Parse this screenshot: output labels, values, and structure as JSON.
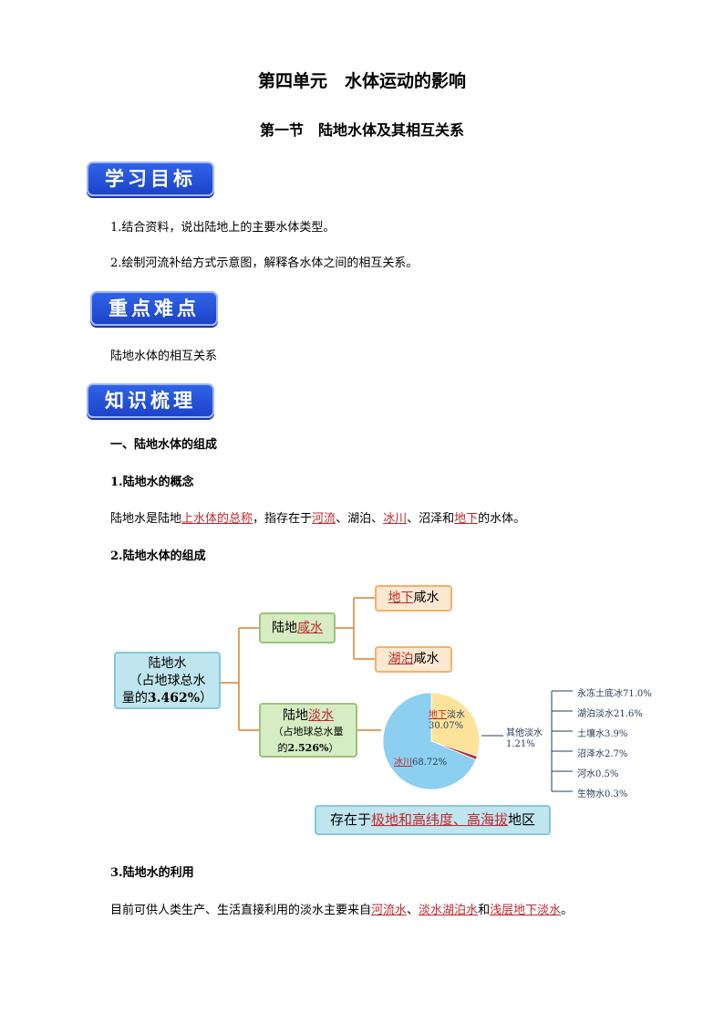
{
  "header": {
    "unit_title": "第四单元　水体运动的影响",
    "section_title": "第一节　陆地水体及其相互关系"
  },
  "badges": {
    "goals": "学习目标",
    "key_points": "重点难点",
    "knowledge": "知识梳理"
  },
  "goals": [
    "1.结合资料，说出陆地上的主要水体类型。",
    "2.绘制河流补给方式示意图，解释各水体之间的相互关系。"
  ],
  "key_point_text": "陆地水体的相互关系",
  "sections": {
    "s1": "一、陆地水体的组成",
    "s1_1": "1.陆地水的概念",
    "s1_2": "2.陆地水体的组成",
    "s1_3": "3.陆地水的利用"
  },
  "concept": {
    "t1": "陆地水是陆地",
    "u1": "上水体的总称",
    "t2": "，指存在于",
    "u2": "河流",
    "t3": "、湖泊、",
    "u3": "冰川",
    "t4": "、沼泽和",
    "u4": "地下",
    "t5": "的水体。"
  },
  "diagram": {
    "root_l1": "陆地水",
    "root_l2": "（占地球总水",
    "root_l3a": "量的",
    "root_l3b": "3.462%",
    "root_l3c": "）",
    "salt_a": "陆地",
    "salt_b": "咸水",
    "salt_child1_a": "地下",
    "salt_child1_b": "咸水",
    "salt_child2_a": "湖泊",
    "salt_child2_b": "咸水",
    "fresh_a": "陆地",
    "fresh_b": "淡水",
    "fresh_l2": "（占地球总水量",
    "fresh_l3a": "的",
    "fresh_l3b": "2.526%",
    "fresh_l3c": "）",
    "pie_ground_a": "地下",
    "pie_ground_b": "淡水",
    "pie_ground_v": "30.07%",
    "pie_glacier_a": "冰川",
    "pie_glacier_v": "68.72%",
    "other_label": "其他淡水",
    "other_value": "1.21%",
    "other_list": [
      "永冻土底冰71.0%",
      "湖泊淡水21.6%",
      "土壤水3.9%",
      "沼泽水2.7%",
      "河水0.5%",
      "生物水0.3%"
    ],
    "exist_a": "存在于",
    "exist_b": "极地和高纬度、高海拔",
    "exist_c": "地区"
  },
  "chart_data": {
    "type": "pie",
    "categories": [
      "冰川",
      "地下淡水",
      "其他淡水"
    ],
    "values": [
      68.72,
      30.07,
      1.21
    ],
    "colors": [
      "#8ccff0",
      "#fde39a",
      "#c0282f"
    ]
  },
  "usage": {
    "t1": "目前可供人类生产、生活直接利用的淡水主要来自",
    "u1": "河流水",
    "t2": "、",
    "u2": "淡水湖泊水",
    "t3": "和",
    "u3": "浅层地下淡水",
    "t4": "。"
  }
}
